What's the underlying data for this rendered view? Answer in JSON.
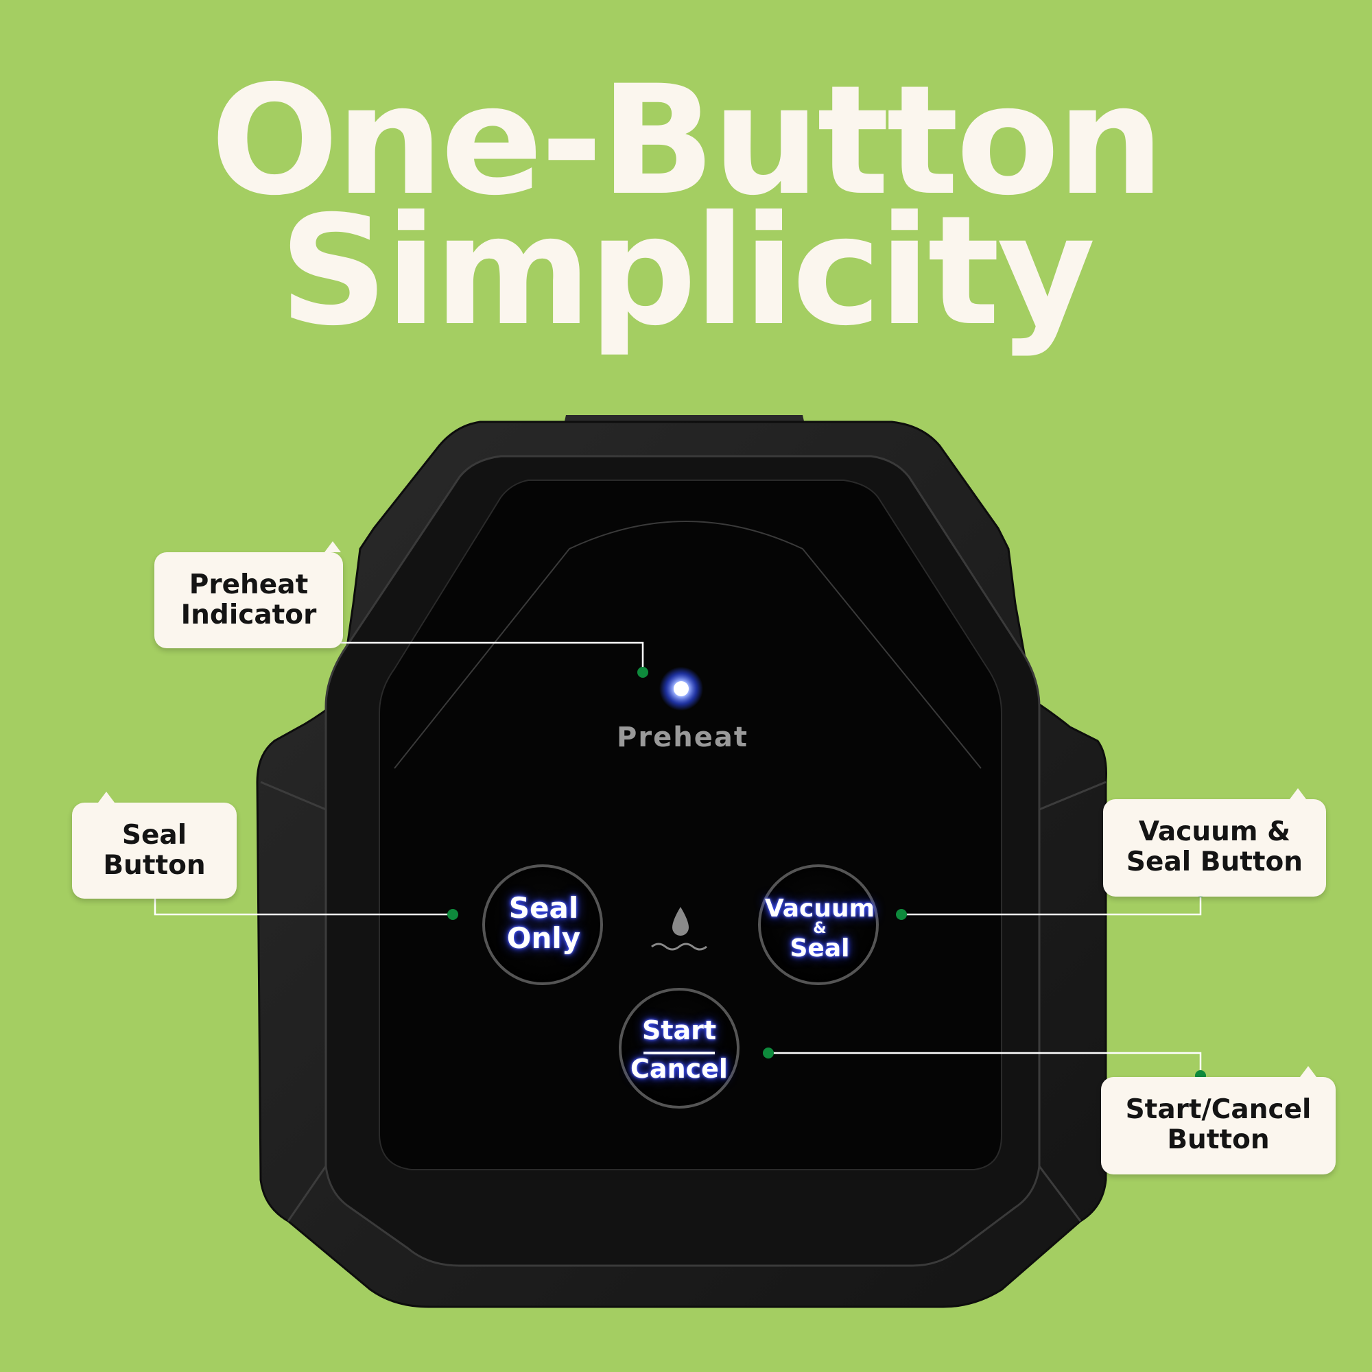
{
  "headline": {
    "line1": "One-Button",
    "line2": "Simplicity"
  },
  "device": {
    "indicator_label": "Preheat",
    "buttons": {
      "seal_only": {
        "line1": "Seal",
        "line2": "Only"
      },
      "vacuum_seal": {
        "line1": "Vacuum",
        "amp": "&",
        "line2": "Seal"
      },
      "start_cancel": {
        "top": "Start",
        "bottom": "Cancel"
      }
    },
    "moisture_icon": "water-drop-icon"
  },
  "callouts": {
    "preheat": {
      "line1": "Preheat",
      "line2": "Indicator"
    },
    "seal": {
      "line1": "Seal",
      "line2": "Button"
    },
    "vacuum": {
      "line1": "Vacuum &",
      "line2": "Seal Button"
    },
    "start": {
      "line1": "Start/Cancel",
      "line2": "Button"
    }
  },
  "colors": {
    "background": "#a4ce62",
    "headline": "#fbf6ee",
    "callout_bg": "#fbf6ee",
    "connector_dot": "#0e8a3c",
    "device_body": "#1b1b1b",
    "button_glow": "#3b4dff"
  }
}
